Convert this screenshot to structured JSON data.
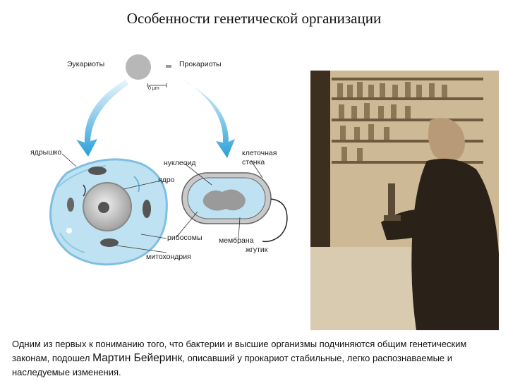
{
  "title": "Особенности генетической организации",
  "diagram": {
    "eukaryotes": "Эукариоты",
    "prokaryotes": "Прокариоты",
    "scale": "0 μm",
    "nucleolus": "ядрышко",
    "nucleoid": "нуклеоид",
    "cell_wall_1": "клеточная",
    "cell_wall_2": "стенка",
    "nucleus": "ядро",
    "ribosomes": "рибосомы",
    "membrane": "мембрана",
    "flagellum": "жгутик",
    "mitochondria": "митохондрия"
  },
  "caption": {
    "part1": "Одним из первых к пониманию того, что бактерии и высшие организмы подчиняются общим генетическим законам, подошел ",
    "name": "Мартин Бейеринк",
    "part2": ", описавший у прокариот стабильные, легко распознаваемые и наследуемые изменения."
  }
}
